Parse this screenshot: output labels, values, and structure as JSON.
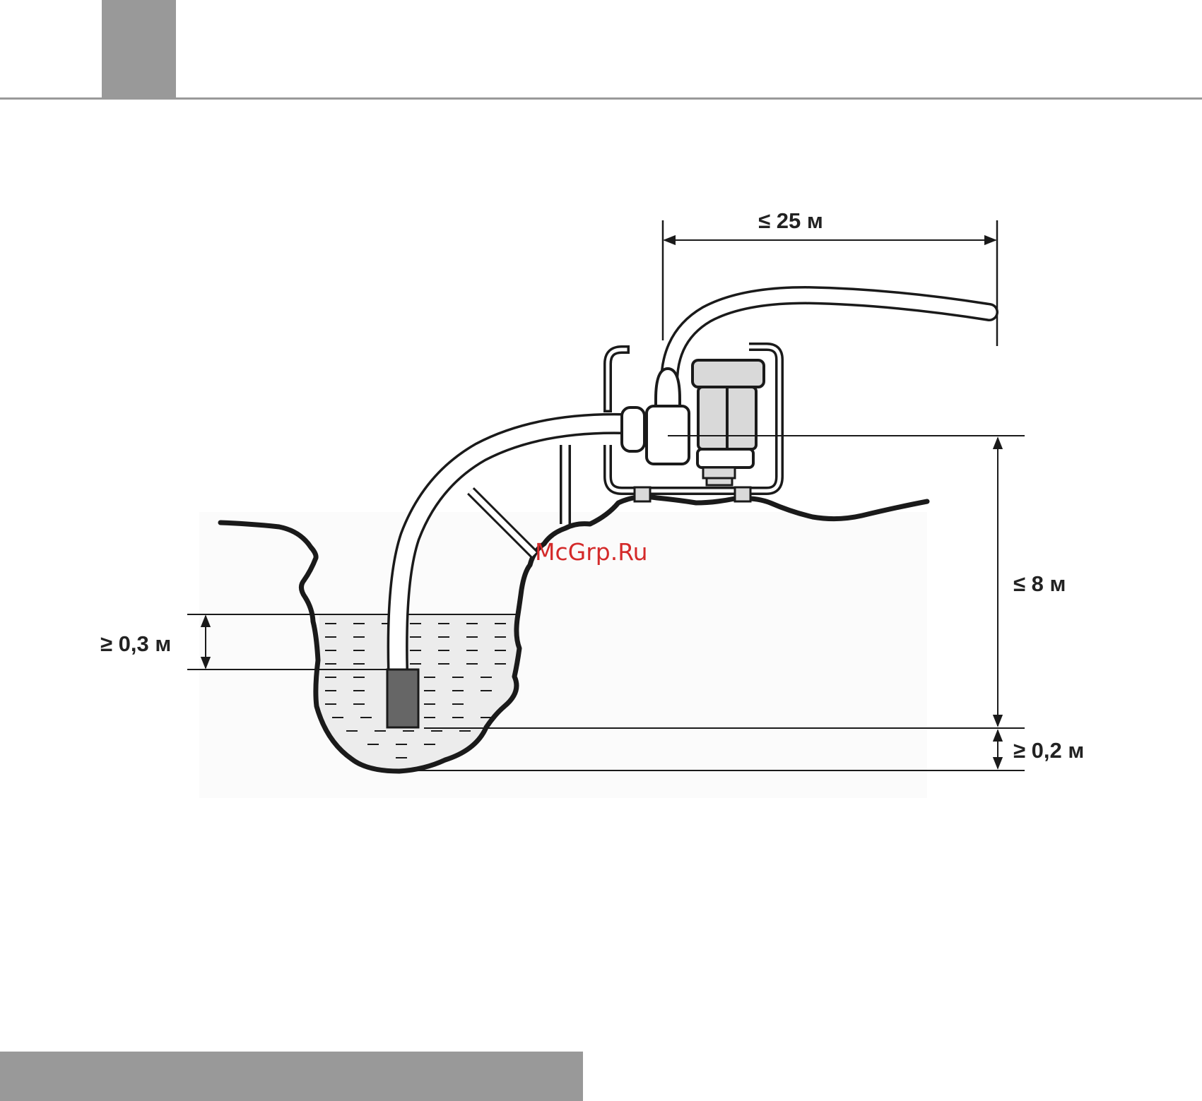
{
  "dimensions": {
    "hose_length": "≤ 25 м",
    "suction_height": "≤ 8 м",
    "bottom_clearance": "≥ 0,2 м",
    "submersion_depth": "≥ 0,3 м"
  },
  "watermark": "McGrp.Ru",
  "colors": {
    "page_bars": "#999999",
    "outline": "#1a1a1a",
    "water": "#ececec",
    "strainer": "#666666",
    "engine_fill": "#d9d9d9",
    "watermark": "#d42a2a"
  }
}
